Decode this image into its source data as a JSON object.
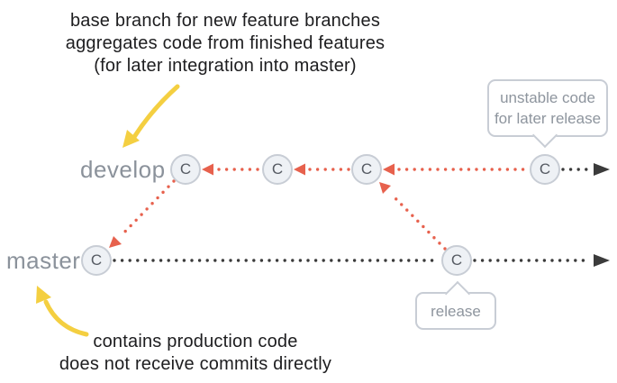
{
  "annotations": {
    "top": {
      "lines": [
        "base branch for new feature branches",
        "aggregates code from finished features",
        "(for later integration into master)"
      ]
    },
    "bottom": {
      "lines": [
        "contains production code",
        "does not receive commits directly"
      ]
    }
  },
  "branches": {
    "develop": {
      "label": "develop",
      "commit_count": 4
    },
    "master": {
      "label": "master",
      "commit_count": 2
    }
  },
  "commit_glyph": "C",
  "callouts": {
    "unstable": {
      "lines": [
        "unstable code",
        "for later release"
      ]
    },
    "release": {
      "lines": [
        "release"
      ]
    }
  },
  "colors": {
    "parent_pointer_red": "#e7614d",
    "timeline_dark": "#3b3b3b",
    "highlight_yellow": "#f4cf41",
    "commit_fill": "#eef1f5",
    "commit_border": "#c8cdd5",
    "muted_gray_text": "#8b929b",
    "annotation_text": "#1d1d1f"
  }
}
